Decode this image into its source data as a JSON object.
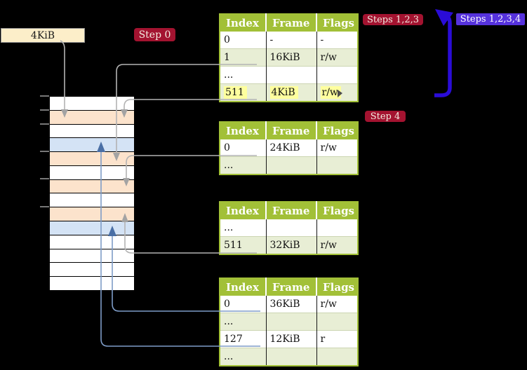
{
  "colors": {
    "table-green": "#a2c037",
    "row-green": "#e8eed5",
    "highlight-yellow": "#feff9e",
    "frame-orange": "#fce3cc",
    "frame-blue": "#d4e3f5",
    "wheat": "#fceec9",
    "badge-red": "#a31330",
    "badge-blue": "#5632dd",
    "arrow-blue": "#2a0cd8",
    "connector-gray": "#b3b3b3",
    "connector-gray-head": "#a3a3a3",
    "connector-blue": "#7e9cc7",
    "connector-blue-head": "#4a6fa5"
  },
  "labels": {
    "page_size_box": "4KiB",
    "step0": "Step 0",
    "steps123": "Steps 1,2,3",
    "steps1234": "Steps 1,2,3,4",
    "step4": "Step 4"
  },
  "memory": {
    "rows": [
      "white",
      "orange",
      "white",
      "blue",
      "orange",
      "white",
      "orange",
      "white",
      "orange",
      "blue",
      "white",
      "white",
      "white",
      "white"
    ]
  },
  "tables": [
    {
      "name": "page-table-0",
      "headers": [
        "Index",
        "Frame",
        "Flags"
      ],
      "rows": [
        {
          "cells": [
            "0",
            "-",
            "-"
          ],
          "shaded": false,
          "highlight": false
        },
        {
          "cells": [
            "1",
            "16KiB",
            "r/w"
          ],
          "shaded": true,
          "highlight": false
        },
        {
          "cells": [
            "...",
            "",
            ""
          ],
          "shaded": false,
          "highlight": false
        },
        {
          "cells": [
            "511",
            "4KiB",
            "r/w"
          ],
          "shaded": true,
          "highlight": true
        }
      ]
    },
    {
      "name": "page-table-1",
      "headers": [
        "Index",
        "Frame",
        "Flags"
      ],
      "rows": [
        {
          "cells": [
            "0",
            "24KiB",
            "r/w"
          ],
          "shaded": false,
          "highlight": false
        },
        {
          "cells": [
            "...",
            "",
            ""
          ],
          "shaded": true,
          "highlight": false
        }
      ]
    },
    {
      "name": "page-table-2",
      "headers": [
        "Index",
        "Frame",
        "Flags"
      ],
      "rows": [
        {
          "cells": [
            "...",
            "",
            ""
          ],
          "shaded": false,
          "highlight": false
        },
        {
          "cells": [
            "511",
            "32KiB",
            "r/w"
          ],
          "shaded": true,
          "highlight": false
        }
      ]
    },
    {
      "name": "page-table-3",
      "headers": [
        "Index",
        "Frame",
        "Flags"
      ],
      "rows": [
        {
          "cells": [
            "0",
            "36KiB",
            "r/w"
          ],
          "shaded": false,
          "highlight": false
        },
        {
          "cells": [
            "...",
            "",
            ""
          ],
          "shaded": true,
          "highlight": false
        },
        {
          "cells": [
            "127",
            "12KiB",
            "r"
          ],
          "shaded": false,
          "highlight": false
        },
        {
          "cells": [
            "...",
            "",
            ""
          ],
          "shaded": true,
          "highlight": false
        }
      ]
    }
  ]
}
